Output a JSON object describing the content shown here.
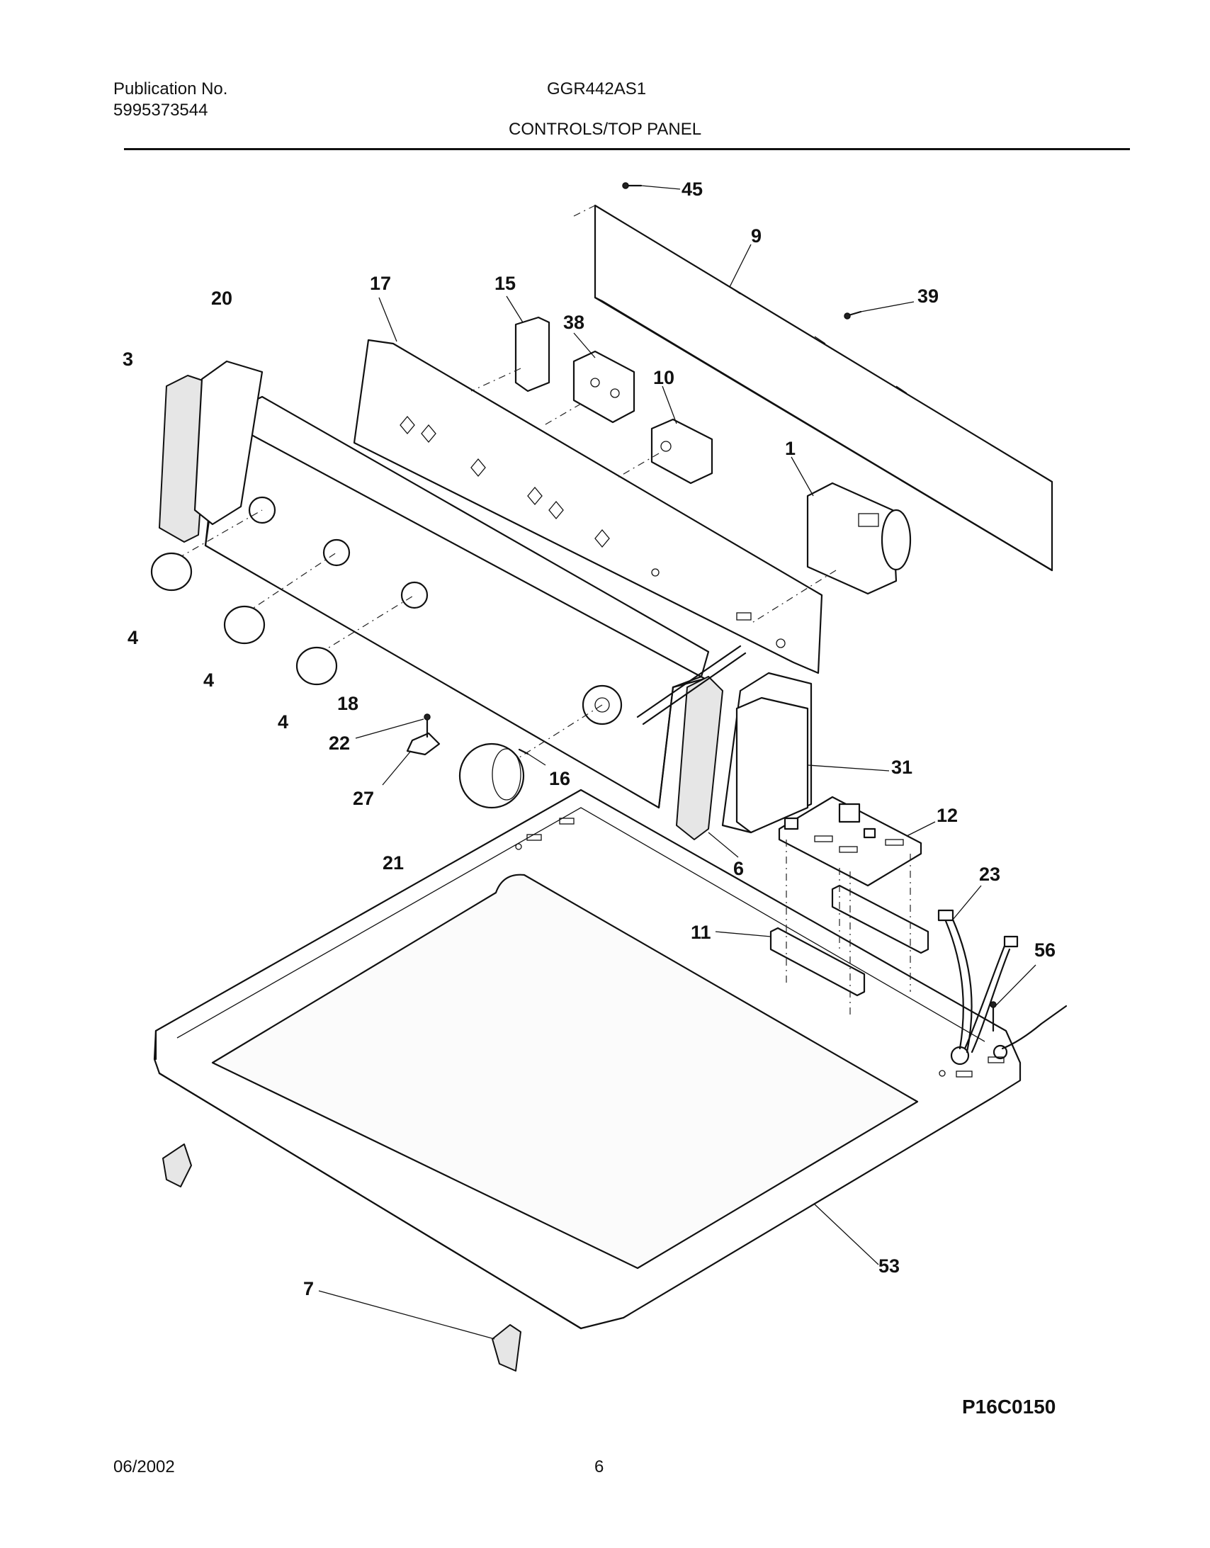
{
  "header": {
    "publication_label": "Publication No.",
    "publication_number": "5995373544",
    "model": "GGR442AS1",
    "section_title": "CONTROLS/TOP PANEL"
  },
  "callouts": [
    "45",
    "9",
    "39",
    "20",
    "17",
    "15",
    "38",
    "10",
    "3",
    "1",
    "4",
    "4",
    "4",
    "18",
    "22",
    "16",
    "27",
    "21",
    "31",
    "12",
    "6",
    "23",
    "11",
    "56",
    "53",
    "7"
  ],
  "figure_code": "P16C0150",
  "footer": {
    "date": "06/2002",
    "page": "6"
  }
}
